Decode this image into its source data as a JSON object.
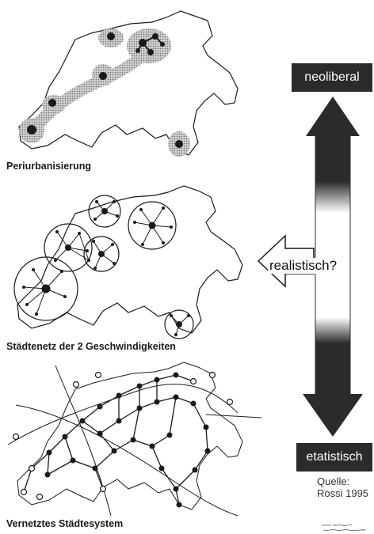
{
  "panels": [
    {
      "id": "periurban",
      "caption": "Periurbanisierung"
    },
    {
      "id": "netz2",
      "caption": "Städtenetz der 2 Geschwindigkeiten"
    },
    {
      "id": "vernetzt",
      "caption": "Vernetztes Städtesystem"
    }
  ],
  "scale": {
    "top_label": "neoliberal",
    "bottom_label": "etatistisch",
    "question": "realistisch?"
  },
  "source": {
    "line1": "Quelle:",
    "line2": "Rossi 1995"
  },
  "colors": {
    "dark": "#2b2b2b",
    "line": "#1a1a1a",
    "shade": "#bdbdbd"
  }
}
